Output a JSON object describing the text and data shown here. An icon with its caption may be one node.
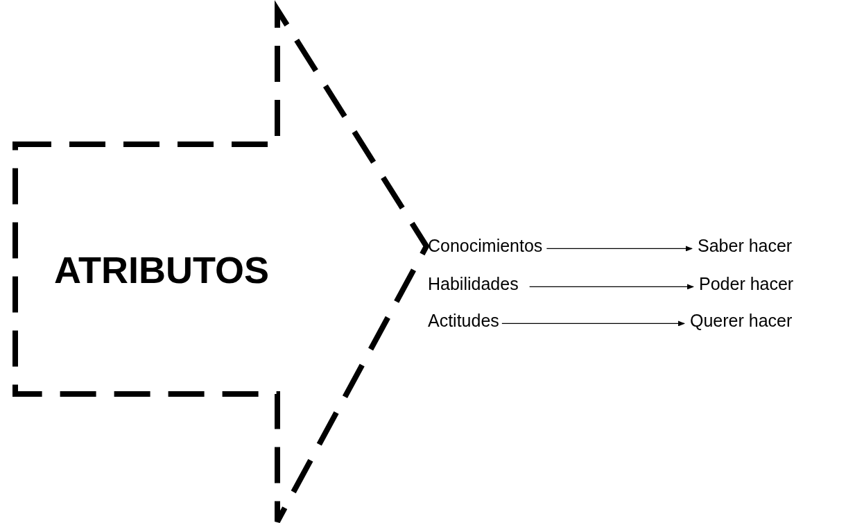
{
  "diagram": {
    "nodes": [
      {
        "text": [
          "ATRIBUTOS"
        ]
      },
      {
        "text": [
          "Conocimientos"
        ]
      },
      {
        "text": [
          "Habilidades"
        ]
      },
      {
        "text": [
          "Actitudes"
        ]
      },
      {
        "text": [
          "Saber hacer"
        ]
      },
      {
        "text": [
          "Poder hacer"
        ]
      },
      {
        "text": [
          "Querer hacer"
        ]
      }
    ],
    "edges": [
      {
        "from": 1,
        "to": 4,
        "arrow": "to"
      },
      {
        "from": 2,
        "to": 5,
        "arrow": "to"
      },
      {
        "from": 3,
        "to": 6,
        "arrow": "to"
      }
    ]
  }
}
